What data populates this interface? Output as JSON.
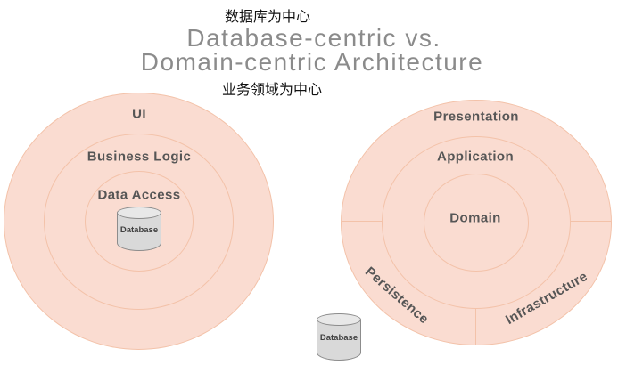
{
  "header": {
    "top_caption": "数据库为中心",
    "title_line1": "Database-centric vs.",
    "title_line2": "Domain-centric Architecture",
    "bottom_caption": "业务领域为中心"
  },
  "left_diagram": {
    "rings": [
      "UI",
      "Business Logic",
      "Data Access"
    ],
    "database_label": "Database"
  },
  "right_diagram": {
    "rings": [
      "Presentation",
      "Application",
      "Domain"
    ],
    "segments": [
      "Persistence",
      "Infrastructure"
    ],
    "database_label": "Database"
  },
  "colors": {
    "circle_fill": "#fadcd1",
    "ring_line": "#f3c2a9",
    "label_text": "#565656",
    "title_text": "#8b8b8b",
    "caption_text": "#111111",
    "cylinder_fill": "#d9d9d9",
    "cylinder_top": "#e8e8e8",
    "cylinder_border": "#8c8c8c"
  }
}
